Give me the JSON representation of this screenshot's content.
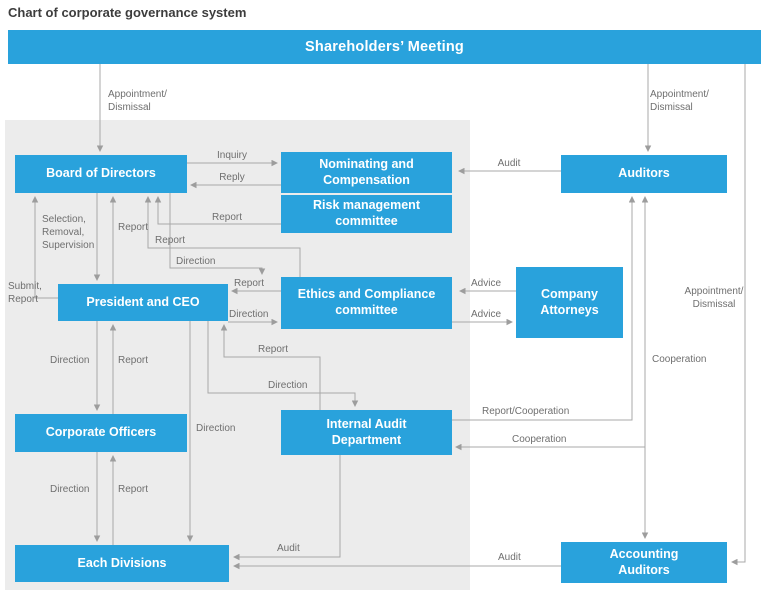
{
  "title": "Chart of corporate governance system",
  "colors": {
    "node_fill": "#29a2dc",
    "node_text": "#ffffff",
    "panel_background": "#ececec",
    "connector": "#a8a8a8",
    "label_text": "#6f6f6f"
  },
  "nodes": {
    "shareholders": "Shareholders’ Meeting",
    "board": "Board of Directors",
    "nominating": "Nominating and\nCompensation",
    "risk": "Risk management\ncommittee",
    "auditors": "Auditors",
    "president": "President and CEO",
    "ethics": "Ethics and Compliance\ncommittee",
    "attorneys": "Company\nAttorneys",
    "officers": "Corporate Officers",
    "internal_audit": "Internal Audit\nDepartment",
    "divisions": "Each Divisions",
    "accounting": "Accounting\nAuditors"
  },
  "labels": {
    "appointment_left": "Appointment/\nDismissal",
    "appointment_right": "Appointment/\nDismissal",
    "appointment_far_right": "Appointment/\nDismissal",
    "inquiry": "Inquiry",
    "reply": "Reply",
    "audit_board": "Audit",
    "report_risk_to_board": "Report",
    "report_ethics_to_board": "Report",
    "selection_removal_supervision": "Selection,\nRemoval,\nSupervision",
    "report_president_to_board": "Report",
    "direction_board_to_ethics": "Direction",
    "submit_report": "Submit,\nReport",
    "report_ethics_to_president": "Report",
    "direction_president_to_ethics": "Direction",
    "advice_upper": "Advice",
    "advice_lower": "Advice",
    "report_internal_audit_to_president": "Report",
    "direction_president_to_internal_audit": "Direction",
    "direction_president_to_divisions": "Direction",
    "direction_president_to_officers": "Direction",
    "report_officers_to_president": "Report",
    "direction_officers_to_divisions": "Direction",
    "report_divisions_to_officers": "Report",
    "report_cooperation": "Report/Cooperation",
    "cooperation_internal_audit": "Cooperation",
    "cooperation_auditors_accounting": "Cooperation",
    "audit_internal": "Audit",
    "audit_accounting": "Audit"
  }
}
